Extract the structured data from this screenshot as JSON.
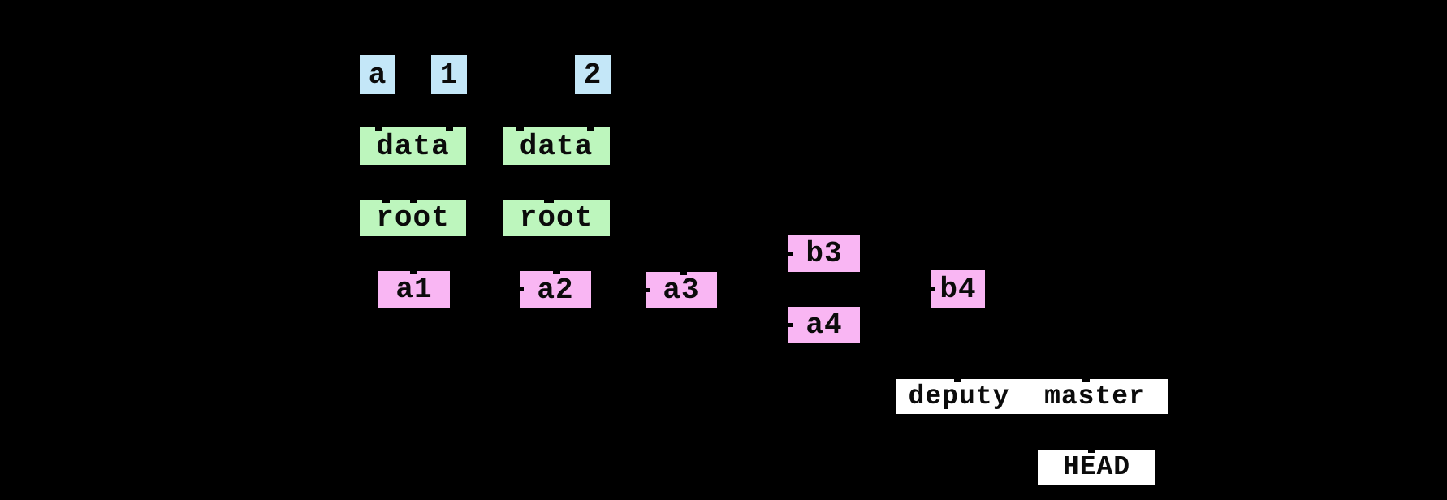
{
  "diagram": {
    "type": "git-object-graph",
    "background_color": "#000000",
    "text_color": "#0b0b0b",
    "node_colors": {
      "blob": "#c4e7f8",
      "tree": "#bdf6bd",
      "commit": "#f9b6f3",
      "ref": "#ffffff"
    },
    "nodes": {
      "blob_a": {
        "label": "a",
        "type": "blob"
      },
      "blob_1": {
        "label": "1",
        "type": "blob"
      },
      "blob_2": {
        "label": "2",
        "type": "blob"
      },
      "tree_data_1": {
        "label": "data",
        "type": "tree"
      },
      "tree_data_2": {
        "label": "data",
        "type": "tree"
      },
      "tree_root_1": {
        "label": "root",
        "type": "tree"
      },
      "tree_root_2": {
        "label": "root",
        "type": "tree"
      },
      "commit_a1": {
        "label": "a1",
        "type": "commit"
      },
      "commit_a2": {
        "label": "a2",
        "type": "commit"
      },
      "commit_a3": {
        "label": "a3",
        "type": "commit"
      },
      "commit_b3": {
        "label": "b3",
        "type": "commit"
      },
      "commit_a4": {
        "label": "a4",
        "type": "commit"
      },
      "commit_b4": {
        "label": "b4",
        "type": "commit"
      },
      "ref_deputy": {
        "label": "deputy",
        "type": "ref"
      },
      "ref_master": {
        "label": "master",
        "type": "ref"
      },
      "ref_head": {
        "label": "HEAD",
        "type": "ref"
      }
    }
  }
}
